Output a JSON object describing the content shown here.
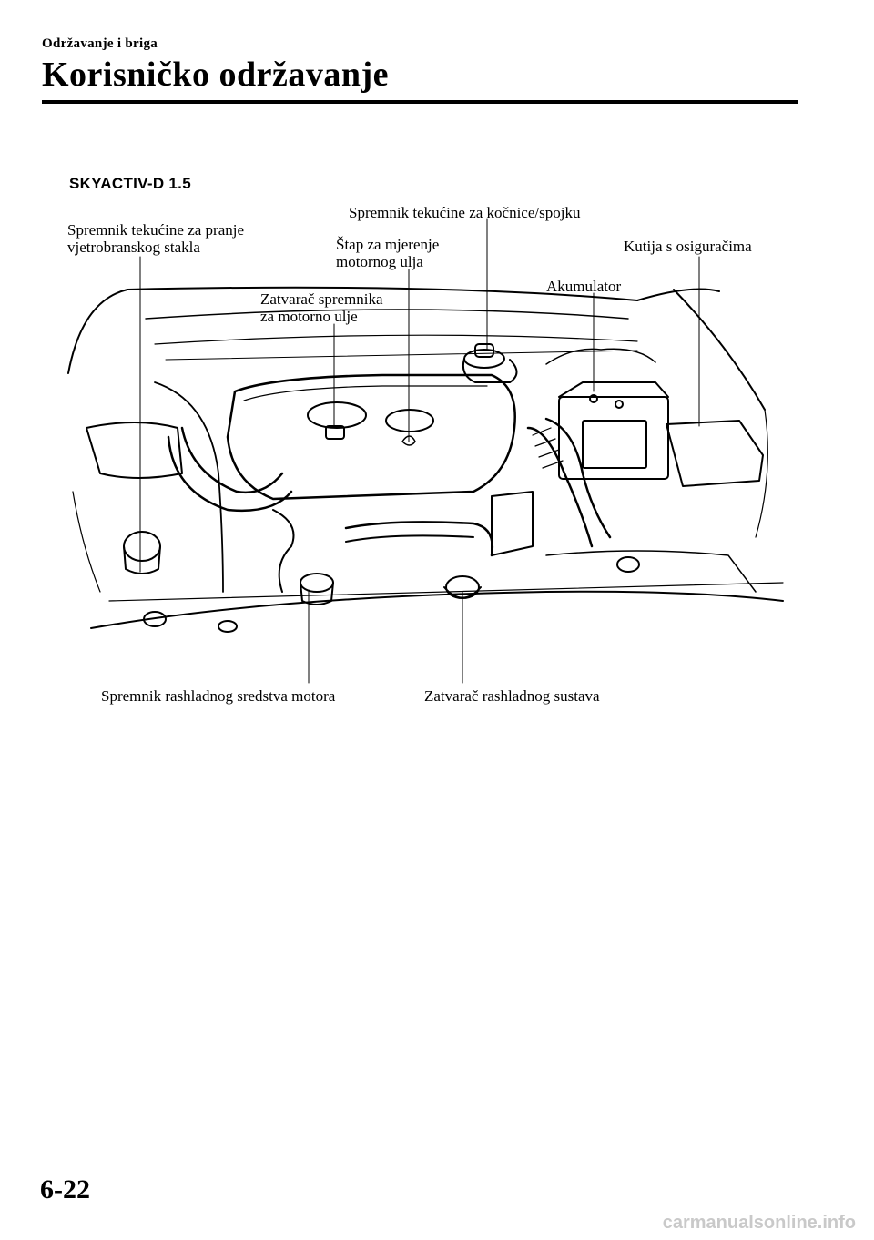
{
  "header": {
    "section": "Održavanje i briga",
    "title": "Korisničko održavanje"
  },
  "figure": {
    "variant": "SKYACTIV-D 1.5",
    "labels": {
      "washer_line1": "Spremnik tekućine za pranje",
      "washer_line2": "vjetrobranskog stakla",
      "brake": "Spremnik tekućine za kočnice/spojku",
      "dipstick_line1": "Štap za mjerenje",
      "dipstick_line2": "motornog ulja",
      "fusebox": "Kutija s osiguračima",
      "battery": "Akumulator",
      "oilcap_line1": "Zatvarač spremnika",
      "oilcap_line2": "za motorno ulje",
      "coolant_reservoir": "Spremnik rashladnog sredstva motora",
      "radiator_cap": "Zatvarač rashladnog sustava"
    }
  },
  "footer": {
    "page_number": "6-22",
    "watermark": "carmanualsonline.info"
  }
}
